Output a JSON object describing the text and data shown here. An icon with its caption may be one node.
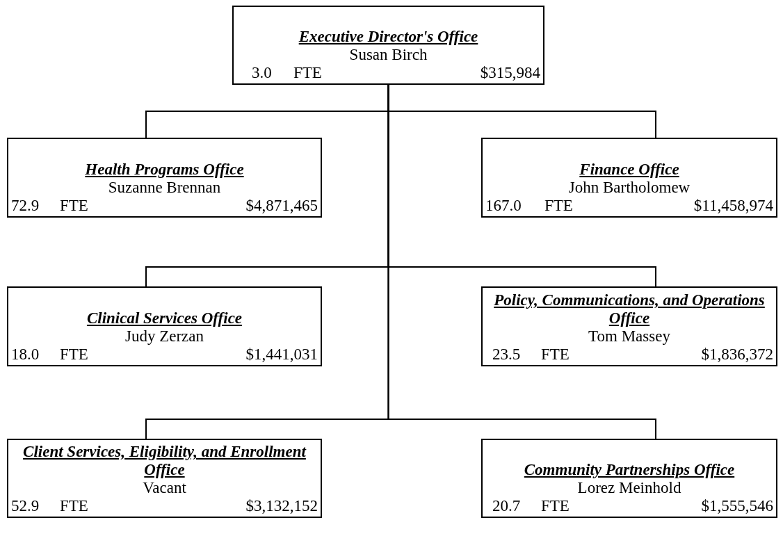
{
  "diagram": {
    "nodes": [
      {
        "text": [
          "Executive Director's Office",
          "Susan Birch",
          "3.0",
          "FTE",
          "$315,984"
        ]
      },
      {
        "text": [
          "Health Programs Office",
          "Suzanne Brennan",
          "72.9",
          "FTE",
          "$4,871,465"
        ]
      },
      {
        "text": [
          "Finance Office",
          "John Bartholomew",
          "167.0",
          "FTE",
          "$11,458,974"
        ]
      },
      {
        "text": [
          "Clinical Services Office",
          "Judy Zerzan",
          "18.0",
          "FTE",
          "$1,441,031"
        ]
      },
      {
        "text": [
          "Policy, Communications, and Operations Office",
          "Tom Massey",
          "23.5",
          "FTE",
          "$1,836,372"
        ]
      },
      {
        "text": [
          "Client Services, Eligibility, and Enrollment Office",
          "Vacant",
          "52.9",
          "FTE",
          "$3,132,152"
        ]
      },
      {
        "text": [
          "Community Partnerships Office",
          "Lorez Meinhold",
          "20.7",
          "FTE",
          "$1,555,546"
        ]
      }
    ],
    "edges": [
      {
        "from": 0,
        "to": 1,
        "arrow": "none"
      },
      {
        "from": 0,
        "to": 2,
        "arrow": "none"
      },
      {
        "from": 0,
        "to": 3,
        "arrow": "none"
      },
      {
        "from": 0,
        "to": 4,
        "arrow": "none"
      },
      {
        "from": 0,
        "to": 5,
        "arrow": "none"
      },
      {
        "from": 0,
        "to": 6,
        "arrow": "none"
      }
    ]
  }
}
